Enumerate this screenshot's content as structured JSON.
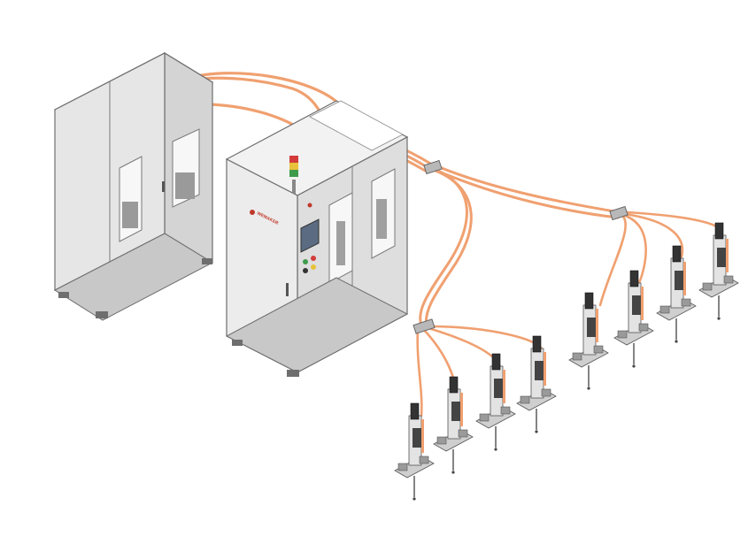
{
  "illustration": {
    "background_color": "#ffffff",
    "cable_color": "#f0a070",
    "cable_outline_color": "#d9885a",
    "cabinet_face_color": "#e6e6e6",
    "cabinet_side_color": "#d4d4d4",
    "cabinet_frame_color": "#6e6e6e",
    "screen_color": "#5b6b82",
    "signal_tower_colors": [
      "#d33b3b",
      "#e8c23a",
      "#3f9b4c"
    ],
    "brand_color": "#c0392b",
    "brand_label": "WEMAKER",
    "cabinets": [
      {
        "name": "auxiliary-cabinet",
        "doors": 2,
        "roof": "open-frame",
        "hmi_screen": false
      },
      {
        "name": "main-control-cabinet",
        "doors": 3,
        "roof": "open-frame",
        "hmi_screen": true,
        "signal_tower": true
      }
    ],
    "junction_blocks": 3,
    "screwdriver_modules": 8
  }
}
